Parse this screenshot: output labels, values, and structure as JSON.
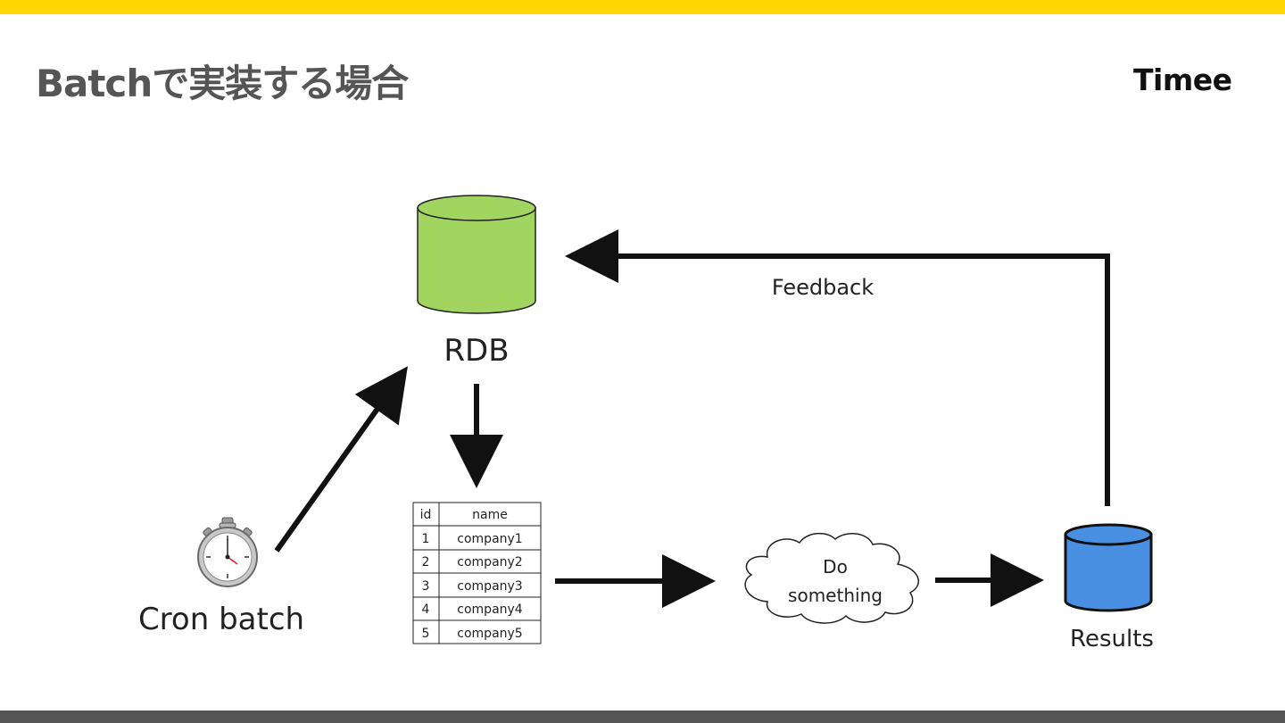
{
  "header": {
    "title": "Batchで実装する場合",
    "logo_text": "Timee",
    "accent_color": "#ffd600",
    "footer_color": "#555555"
  },
  "diagram": {
    "rdb": {
      "label": "RDB",
      "color": "#a1d560",
      "icon": "database-icon"
    },
    "feedback_label": "Feedback",
    "cron": {
      "label": "Cron batch",
      "icon": "stopwatch-icon"
    },
    "table": {
      "columns": [
        "id",
        "name"
      ],
      "rows": [
        [
          "1",
          "company1"
        ],
        [
          "2",
          "company2"
        ],
        [
          "3",
          "company3"
        ],
        [
          "4",
          "company4"
        ],
        [
          "5",
          "company5"
        ]
      ]
    },
    "process": {
      "line1": "Do",
      "line2": "something",
      "icon": "cloud-icon"
    },
    "results": {
      "label": "Results",
      "color": "#4a90e2",
      "icon": "database-icon"
    }
  }
}
